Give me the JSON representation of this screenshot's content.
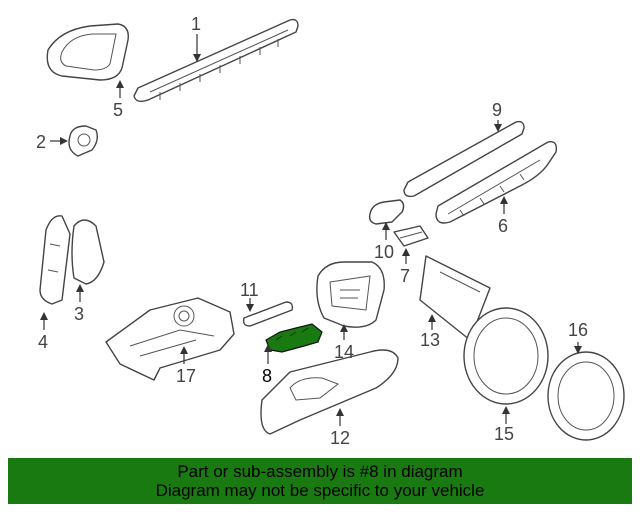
{
  "diagram": {
    "callouts": [
      {
        "id": "1",
        "label": "1"
      },
      {
        "id": "2",
        "label": "2"
      },
      {
        "id": "3",
        "label": "3"
      },
      {
        "id": "4",
        "label": "4"
      },
      {
        "id": "5",
        "label": "5"
      },
      {
        "id": "6",
        "label": "6"
      },
      {
        "id": "7",
        "label": "7"
      },
      {
        "id": "8",
        "label": "8"
      },
      {
        "id": "9",
        "label": "9"
      },
      {
        "id": "10",
        "label": "10"
      },
      {
        "id": "11",
        "label": "11"
      },
      {
        "id": "12",
        "label": "12"
      },
      {
        "id": "13",
        "label": "13"
      },
      {
        "id": "14",
        "label": "14"
      },
      {
        "id": "15",
        "label": "15"
      },
      {
        "id": "16",
        "label": "16"
      },
      {
        "id": "17",
        "label": "17"
      }
    ],
    "highlighted_part": "8",
    "highlight_color": "#1a7a12"
  },
  "banner": {
    "line1": "Part or sub-assembly is #8 in diagram",
    "line2": "Diagram may not be specific to your vehicle",
    "background": "#1a7a12"
  }
}
